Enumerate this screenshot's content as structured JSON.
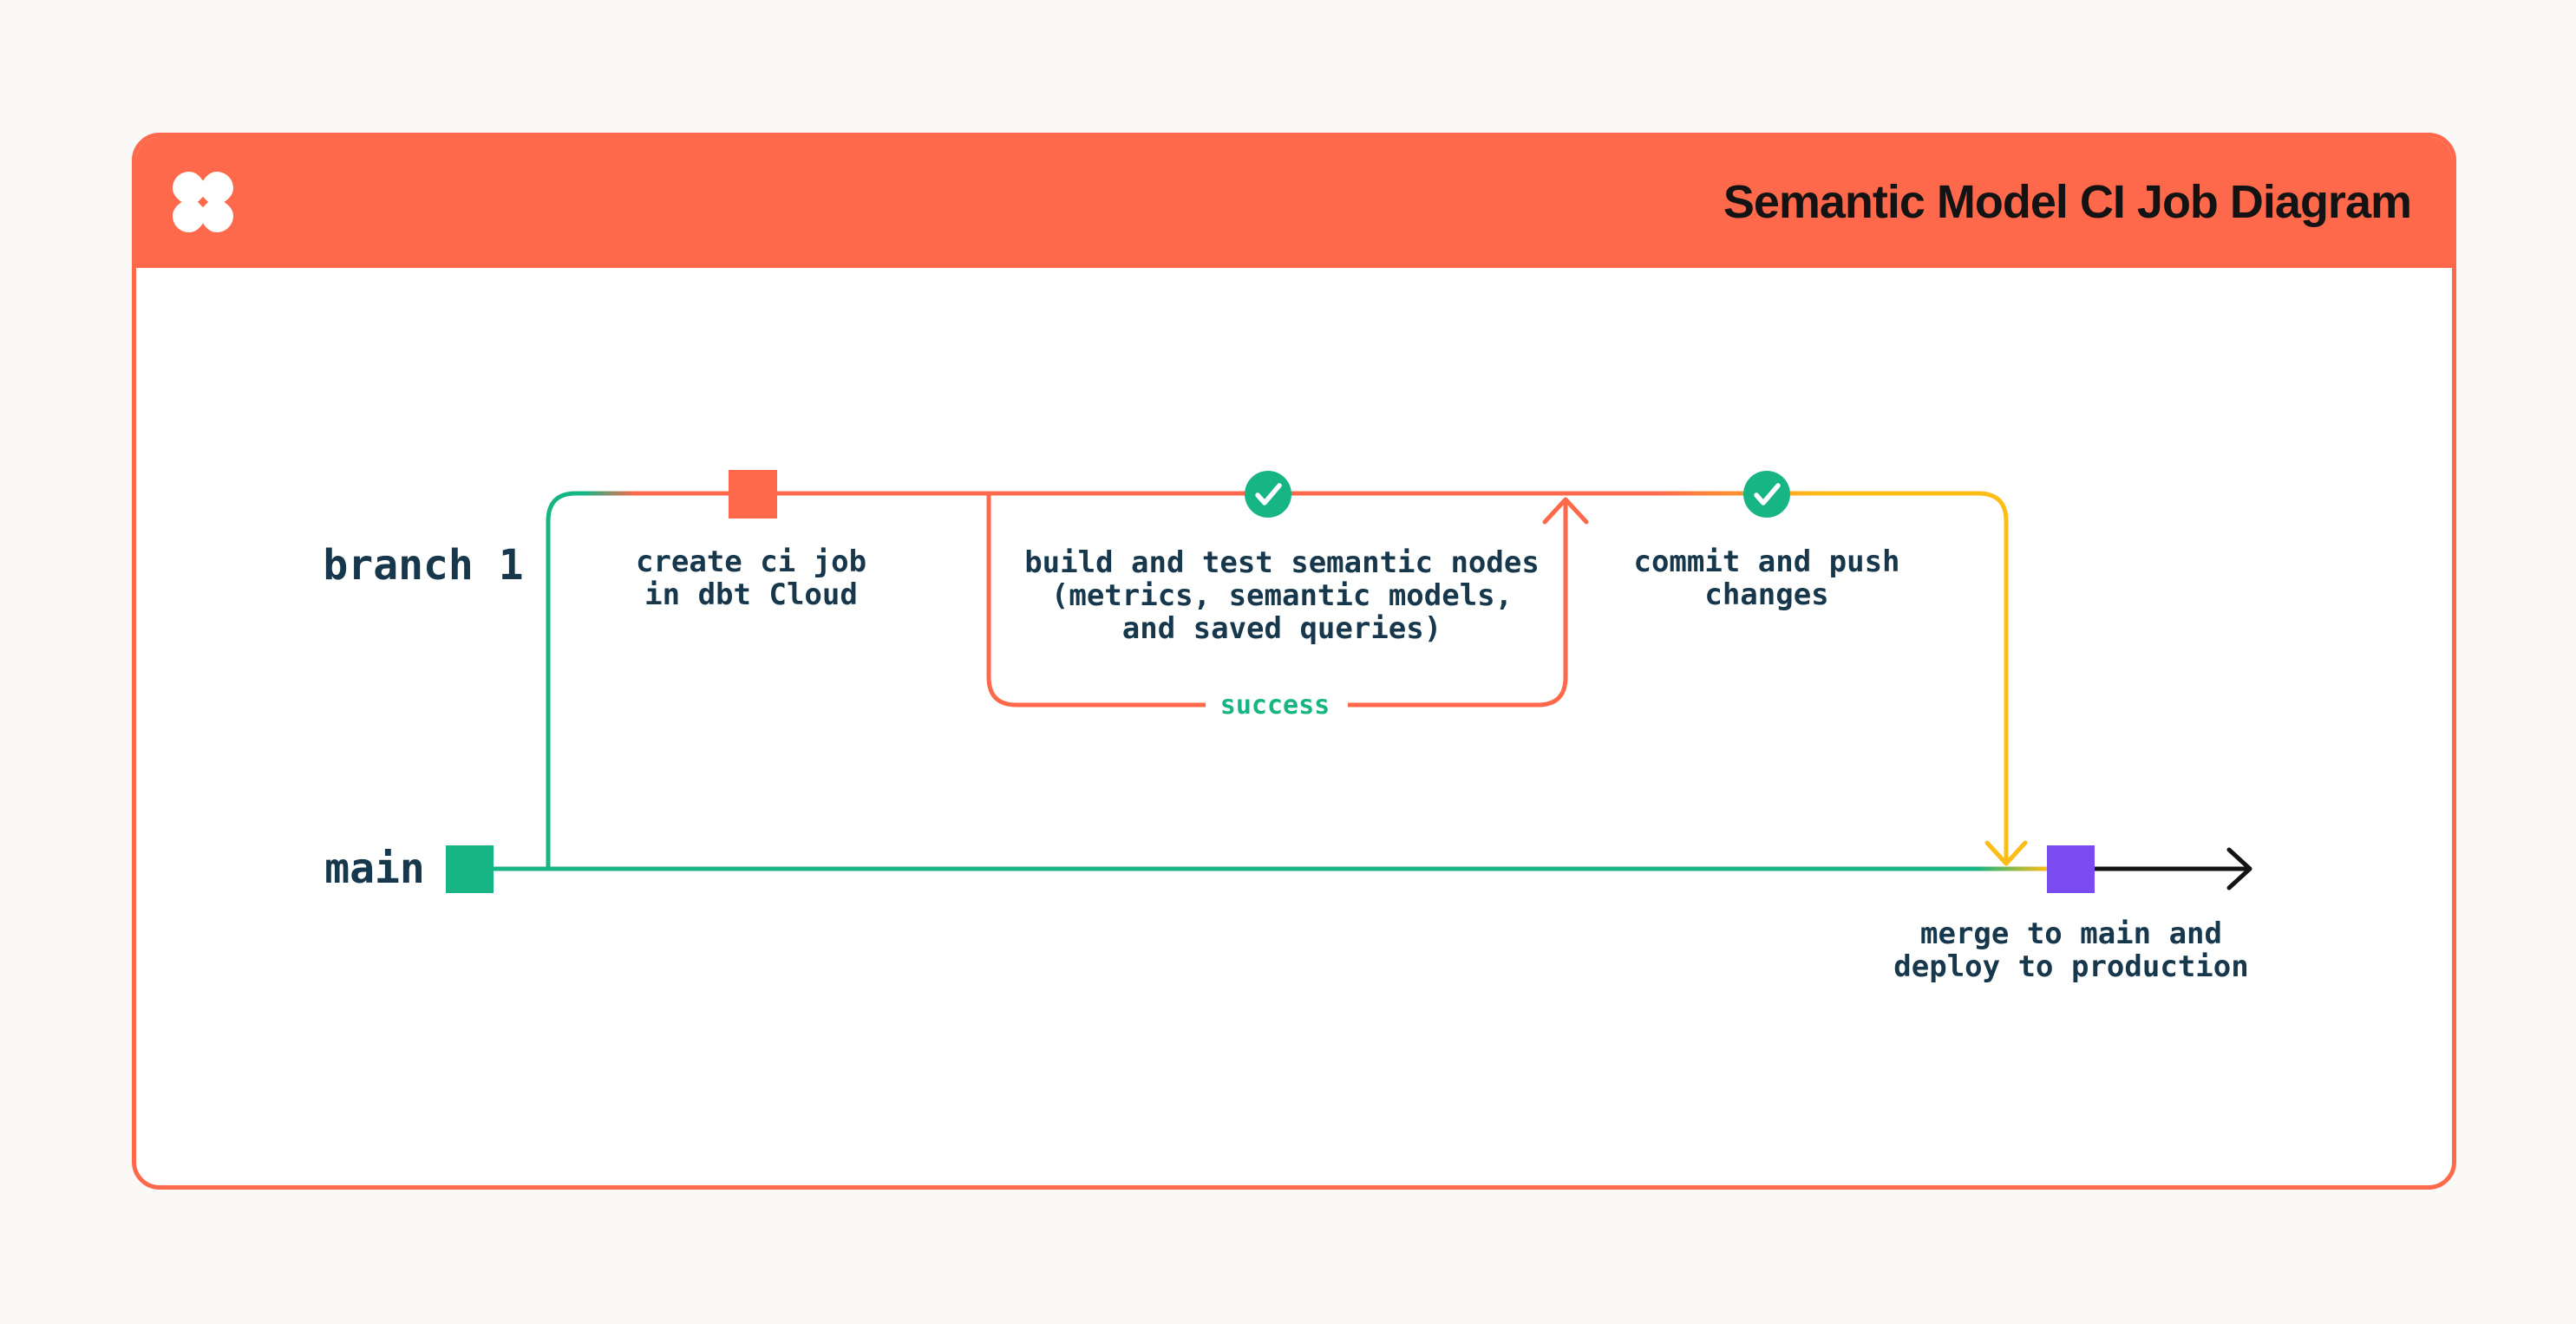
{
  "header": {
    "title": "Semantic Model CI Job Diagram",
    "logo": "dbt-logo-icon"
  },
  "diagram": {
    "tracks": {
      "branch_label": "branch 1",
      "main_label": "main"
    },
    "steps": {
      "create_ci_job": "create ci job\nin dbt Cloud",
      "build_and_test": "build and test semantic nodes\n(metrics, semantic models,\nand saved queries)",
      "success": "success",
      "commit_and_push": "commit and push\nchanges",
      "merge_and_deploy": "merge to main and\ndeploy to production"
    },
    "icons": {
      "check_1": "check-circle",
      "check_2": "check-circle",
      "commit_branch": "orange-commit-square",
      "commit_main_start": "green-commit-square",
      "commit_merge": "purple-commit-square"
    },
    "colors": {
      "orange": "#ff694b",
      "green": "#17b583",
      "yellow": "#fdbd17",
      "purple": "#7a4bf0",
      "label_text": "#17384c",
      "title_text": "#131313",
      "card_background": "#ffffff",
      "page_background": "#faf9f7",
      "arrow_black": "#131313",
      "check_white": "#ffffff"
    }
  }
}
